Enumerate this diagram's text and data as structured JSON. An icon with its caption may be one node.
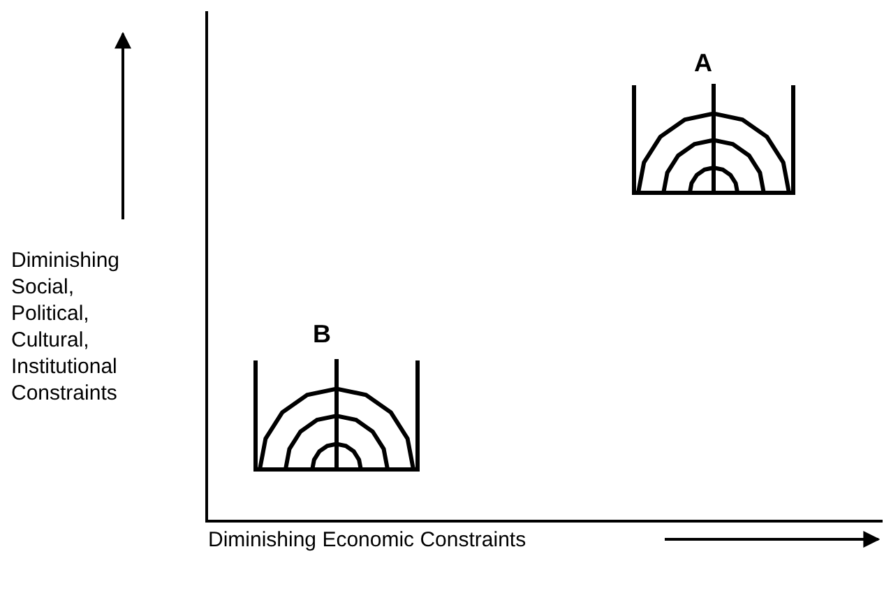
{
  "diagram": {
    "labels": [
      "A",
      "Diminishing Social, Political, Cultural, Institutional Constraints",
      "B",
      "Diminishing Economic Constraints"
    ]
  }
}
